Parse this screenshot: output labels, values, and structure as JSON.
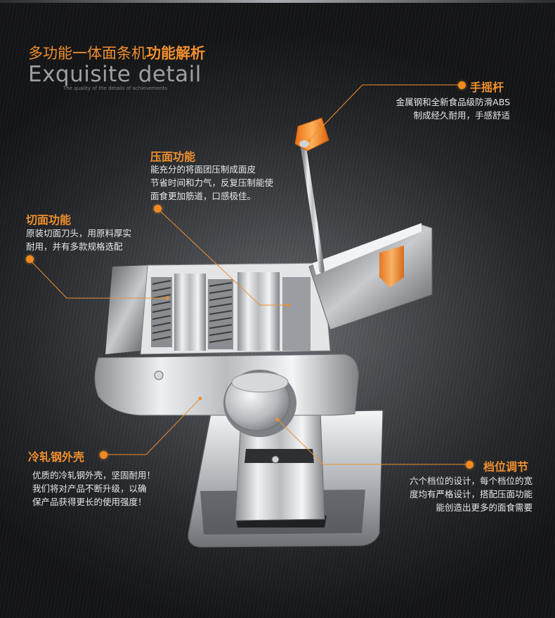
{
  "header": {
    "title_normal": "多功能一体面条机",
    "title_bold": "功能解析",
    "subtitle": "Exquisite detail",
    "tagline": "The quality of the details of achievements"
  },
  "features": {
    "crank": {
      "title": "手摇杆",
      "lines": [
        "金属钢和全新食品级防滑ABS",
        "制成经久耐用，手感舒适"
      ]
    },
    "press": {
      "title": "压面功能",
      "lines": [
        "能充分的将面团压制成面皮",
        "节省时间和力气，反复压制能使",
        "面食更加筋道，口感极佳。"
      ]
    },
    "cut": {
      "title": "切面功能",
      "lines": [
        "原装切面刀头，用原料厚实",
        "耐用，并有多款规格选配"
      ]
    },
    "shell": {
      "title": "冷轧钢外壳",
      "lines": [
        "优质的冷轧钢外壳，坚固耐用！",
        "我们将对产品不断升级，以确",
        "保产品获得更长的使用强度！"
      ]
    },
    "gear": {
      "title": "档位调节",
      "lines": [
        "六个档位的设计，每个档位的宽",
        "度均有严格设计，搭配压面功能",
        "能创造出更多的面食需要"
      ]
    }
  },
  "colors": {
    "accent": "#f08f2e",
    "text": "#e8e8e8",
    "background": "#1e2023"
  }
}
